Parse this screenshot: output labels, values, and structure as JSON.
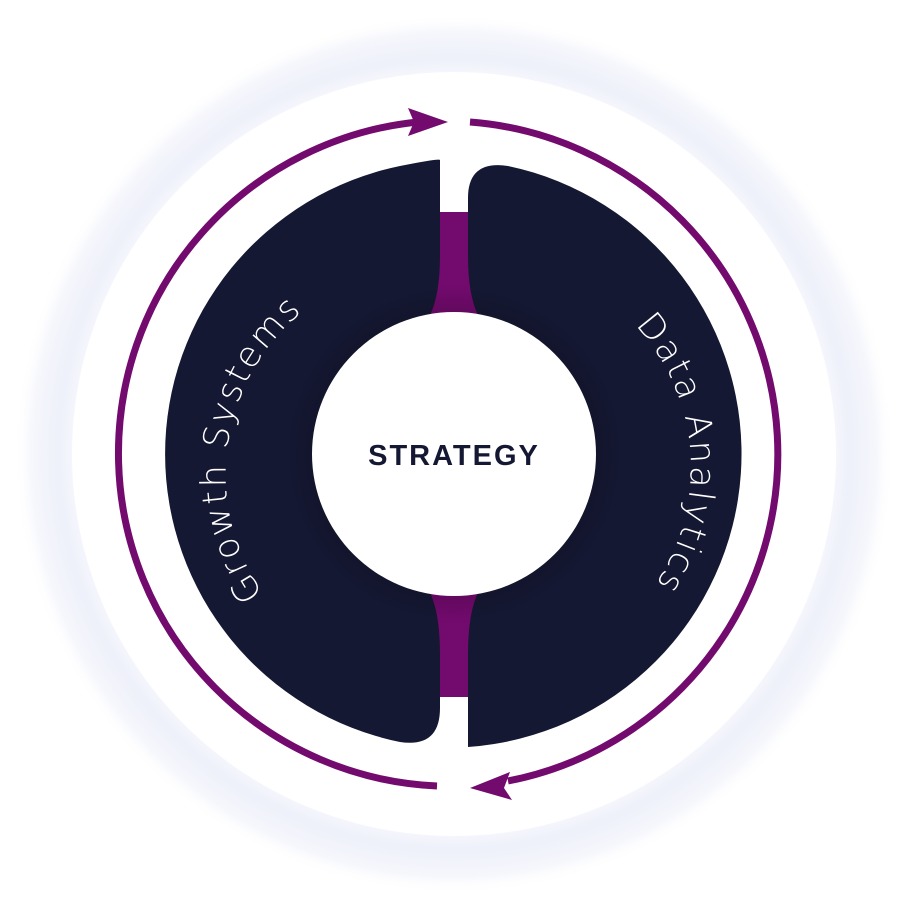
{
  "diagram": {
    "center_label": "STRATEGY",
    "segments": [
      {
        "label": "Growth Systems"
      },
      {
        "label": "Data Analytics"
      }
    ],
    "colors": {
      "segment_fill": "#151833",
      "accent": "#730a6e",
      "center_fill": "#ffffff",
      "center_text": "#151833",
      "segment_text": "#ffffff",
      "halo": "#e9ebf8"
    }
  }
}
